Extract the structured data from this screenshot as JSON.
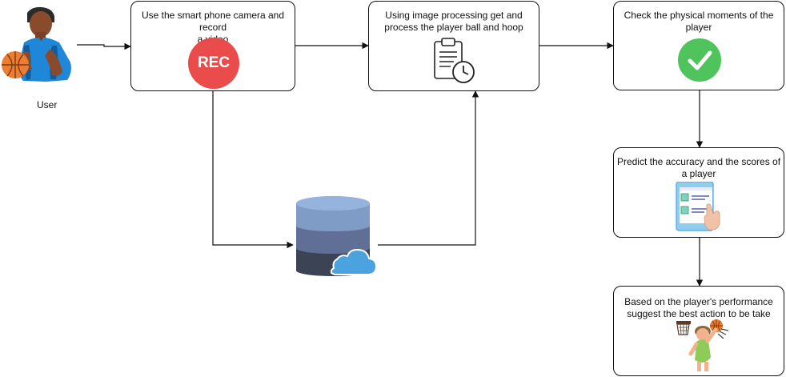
{
  "user": {
    "label": "User",
    "icon": "basketball-player-icon"
  },
  "nodes": {
    "record": {
      "text_line1": "Use the smart phone camera and record",
      "text_line2": "a video",
      "badge": "REC"
    },
    "process": {
      "text_line1": "Using image processing get and",
      "text_line2": "process the player ball and hoop",
      "icon": "clipboard-clock-icon"
    },
    "check": {
      "text_line1": "Check the physical moments of the",
      "text_line2": "player",
      "icon": "checkmark-icon"
    },
    "predict": {
      "text_line1": "Predict the accuracy and the scores of",
      "text_line2": "a player",
      "icon": "score-report-icon"
    },
    "suggest": {
      "text_line1": "Based on the player's performance",
      "text_line2": "suggest the best action to be take",
      "icon": "basketball-dunk-icon"
    }
  },
  "storage": {
    "icon": "cloud-database-icon"
  },
  "colors": {
    "rec": "#ea4b4b",
    "check": "#4fc35c",
    "db_top": "#7f9cc7",
    "db_mid": "#5f6f95",
    "db_bottom": "#3b4354",
    "cloud": "#4aa3df",
    "connector": "#111111"
  }
}
